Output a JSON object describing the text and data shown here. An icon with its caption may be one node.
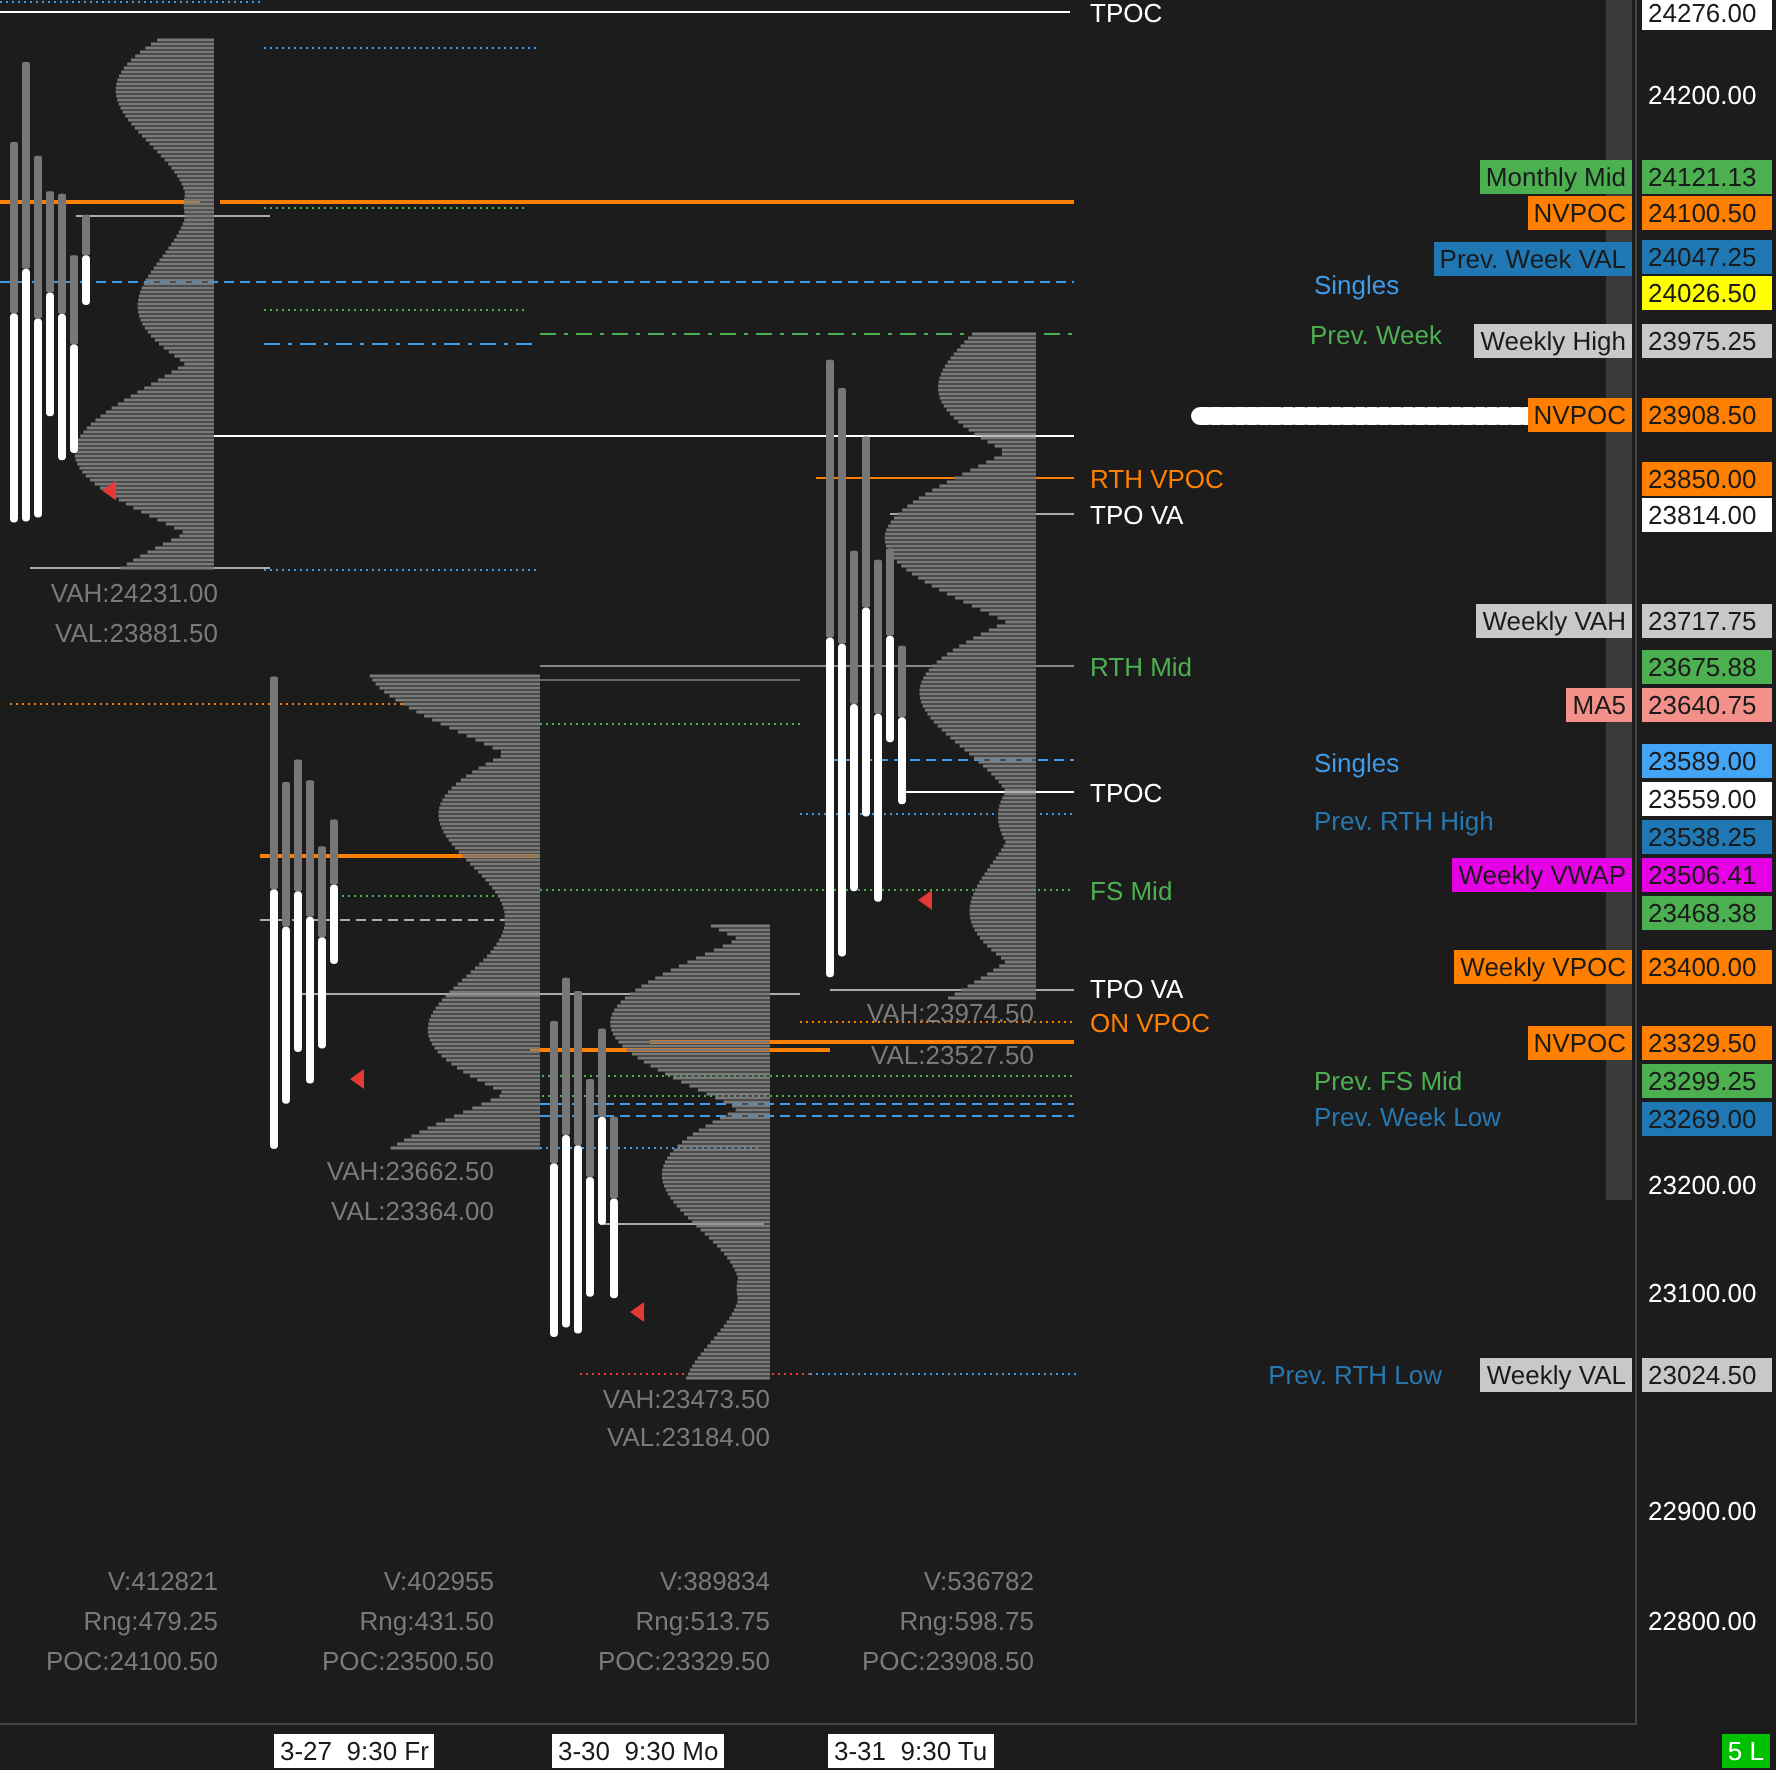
{
  "diagram": {
    "labels": [
      "TPOC",
      "24276.00",
      "24200.00",
      "Monthly Mid",
      "24121.13",
      "NVPOC",
      "24100.50",
      "Prev. Week VAL",
      "24047.25",
      "Singles",
      "24026.50",
      "Prev. Week",
      "Weekly High",
      "23975.25",
      "NVPOC",
      "23908.50",
      "RTH VPOC",
      "23850.00",
      "TPO VA",
      "23814.00",
      "VAH:24231.00",
      "Weekly VAH",
      "23717.75",
      "VAL:23881.50",
      "RTH Mid",
      "23675.88",
      "MA5",
      "23640.75",
      "Singles",
      "23589.00",
      "TPOC",
      "23559.00",
      "Prev. RTH High",
      "23538.25",
      "Weekly VWAP",
      "23506.41",
      "FS Mid",
      "23468.38",
      "Weekly VPOC",
      "23400.00",
      "TPO VA",
      "VAH:23974.50",
      "ON VPOC",
      "NVPOC",
      "23329.50",
      "VAL:23527.50",
      "Prev. FS Mid",
      "23299.25",
      "Prev. Week Low",
      "23269.00",
      "VAH:23662.50",
      "23200.00",
      "VAL:23364.00",
      "23100.00",
      "Prev. RTH Low",
      "Weekly VAL",
      "23024.50",
      "VAH:23473.50",
      "VAL:23184.00",
      "22900.00",
      "V:412821",
      "V:402955",
      "V:389834",
      "V:536782",
      "Rng:479.25",
      "Rng:431.50",
      "Rng:513.75",
      "Rng:598.75",
      "22800.00",
      "POC:24100.50",
      "POC:23500.50",
      "POC:23329.50",
      "POC:23908.50",
      "3-27  9:30 Fr",
      "3-30  9:30 Mo",
      "3-31  9:30 Tu",
      "5 L"
    ]
  }
}
